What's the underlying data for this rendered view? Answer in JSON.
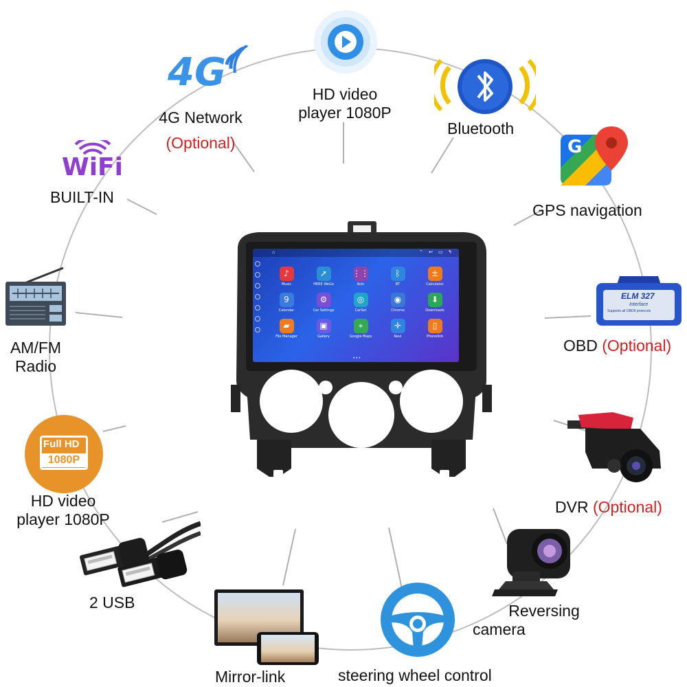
{
  "features": {
    "hd_video_top": {
      "line1": "HD video",
      "line2": "player 1080P"
    },
    "network": {
      "label": "4G Network",
      "optional": "(Optional)",
      "logo_text": "4G"
    },
    "bluetooth": {
      "label": "Bluetooth"
    },
    "wifi": {
      "logo_text": "WiFi",
      "label": "BUILT-IN"
    },
    "gps": {
      "label": "GPS navigation",
      "logo_letter": "G"
    },
    "radio": {
      "line1": "AM/FM",
      "line2": "Radio"
    },
    "obd": {
      "label": "OBD",
      "optional": "(Optional)",
      "device_line1": "ELM 327",
      "device_line2": "Interface",
      "device_line3": "Supports all OBDII protocols"
    },
    "hd_video_left": {
      "badge_line1": "Full HD",
      "badge_line2": "1080P",
      "line1": "HD video",
      "line2": "player 1080P"
    },
    "dvr": {
      "label": "DVR",
      "optional": "(Optional)"
    },
    "usb": {
      "label": "2 USB"
    },
    "reversing": {
      "line1": "Reversing",
      "line2": "camera"
    },
    "mirror": {
      "label": "Mirror-link"
    },
    "steering": {
      "label": "steering wheel control"
    }
  },
  "screen": {
    "apps": [
      {
        "name": "Music",
        "icon": "music-note-icon",
        "glyph": "♪",
        "color": "#e8383d"
      },
      {
        "name": "HERE WeGo",
        "icon": "navigation-arrow-icon",
        "glyph": "➚",
        "color": "#2b8fd6"
      },
      {
        "name": "Avin",
        "icon": "equalizer-icon",
        "glyph": "⋮⋮",
        "color": "#8e44ad"
      },
      {
        "name": "BT",
        "icon": "bluetooth-icon",
        "glyph": "ᛒ",
        "color": "#2f86e0"
      },
      {
        "name": "Calculator",
        "icon": "calculator-icon",
        "glyph": "±",
        "color": "#f07b1d"
      },
      {
        "name": "Calendar",
        "icon": "calendar-icon",
        "glyph": "9",
        "color": "#3a7be0"
      },
      {
        "name": "Car Settings",
        "icon": "gear-icon",
        "glyph": "⚙",
        "color": "#7a4fd6"
      },
      {
        "name": "CarSet",
        "icon": "carset-icon",
        "glyph": "◎",
        "color": "#22a3c9"
      },
      {
        "name": "Chrome",
        "icon": "chrome-icon",
        "glyph": "◉",
        "color": "#3a78d6"
      },
      {
        "name": "Downloads",
        "icon": "download-icon",
        "glyph": "⬇",
        "color": "#2aa854"
      },
      {
        "name": "File Manager",
        "icon": "folder-icon",
        "glyph": "▰",
        "color": "#f07b1d"
      },
      {
        "name": "Gallery",
        "icon": "gallery-icon",
        "glyph": "▣",
        "color": "#6b5be0"
      },
      {
        "name": "Google Maps",
        "icon": "maps-icon",
        "glyph": "⌖",
        "color": "#34a853"
      },
      {
        "name": "Navi",
        "icon": "compass-icon",
        "glyph": "✛",
        "color": "#2f86e0"
      },
      {
        "name": "Phonelink",
        "icon": "phonelink-icon",
        "glyph": "▯",
        "color": "#f07b1d"
      }
    ]
  },
  "colors": {
    "optional_red": "#d0201f",
    "ring_gray": "#b5b5b5",
    "unit_black": "#2b2b2b"
  }
}
